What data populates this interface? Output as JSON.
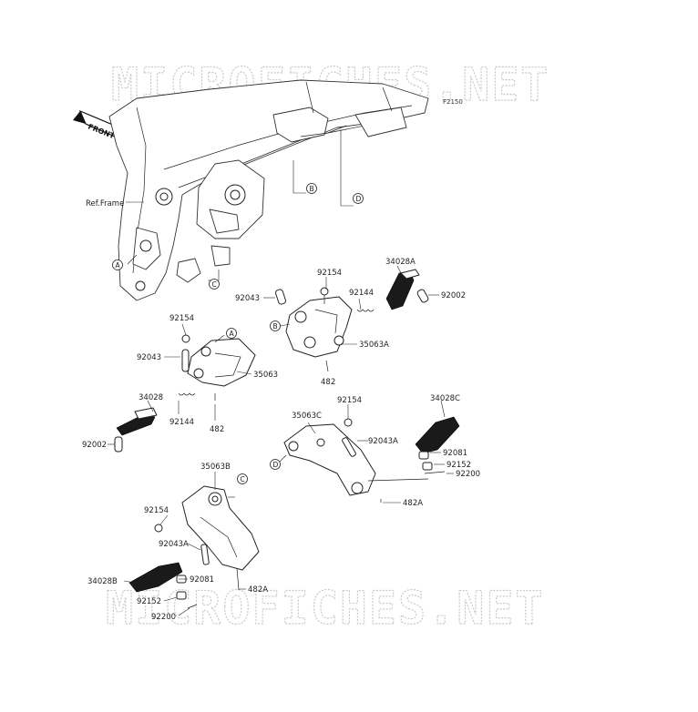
{
  "diagram": {
    "watermark": "MICROFICHES.NET",
    "figure_code": "F2150",
    "front_label": "FRONT",
    "ref_frame_label": "Ref.Frame",
    "part_labels": [
      {
        "id": "p1",
        "text": "92154"
      },
      {
        "id": "p2",
        "text": "34028A"
      },
      {
        "id": "p3",
        "text": "92043"
      },
      {
        "id": "p4",
        "text": "92144"
      },
      {
        "id": "p5",
        "text": "92002"
      },
      {
        "id": "p6",
        "text": "35063A"
      },
      {
        "id": "p7",
        "text": "482"
      },
      {
        "id": "p8",
        "text": "92154"
      },
      {
        "id": "p9",
        "text": "92043"
      },
      {
        "id": "p10",
        "text": "35063"
      },
      {
        "id": "p11",
        "text": "34028"
      },
      {
        "id": "p12",
        "text": "92144"
      },
      {
        "id": "p13",
        "text": "482"
      },
      {
        "id": "p14",
        "text": "92002"
      },
      {
        "id": "p15",
        "text": "92154"
      },
      {
        "id": "p16",
        "text": "35063C"
      },
      {
        "id": "p17",
        "text": "34028C"
      },
      {
        "id": "p18",
        "text": "92043A"
      },
      {
        "id": "p19",
        "text": "92081"
      },
      {
        "id": "p20",
        "text": "92152"
      },
      {
        "id": "p21",
        "text": "92200"
      },
      {
        "id": "p22",
        "text": "482A"
      },
      {
        "id": "p23",
        "text": "35063B"
      },
      {
        "id": "p24",
        "text": "92154"
      },
      {
        "id": "p25",
        "text": "92043A"
      },
      {
        "id": "p26",
        "text": "34028B"
      },
      {
        "id": "p27",
        "text": "92081"
      },
      {
        "id": "p28",
        "text": "482A"
      },
      {
        "id": "p29",
        "text": "92152"
      },
      {
        "id": "p30",
        "text": "92200"
      }
    ],
    "callouts": [
      {
        "id": "c1",
        "text": "A"
      },
      {
        "id": "c2",
        "text": "B"
      },
      {
        "id": "c3",
        "text": "C"
      },
      {
        "id": "c4",
        "text": "D"
      },
      {
        "id": "c5",
        "text": "B"
      },
      {
        "id": "c6",
        "text": "A"
      },
      {
        "id": "c7",
        "text": "D"
      },
      {
        "id": "c8",
        "text": "C"
      }
    ]
  }
}
